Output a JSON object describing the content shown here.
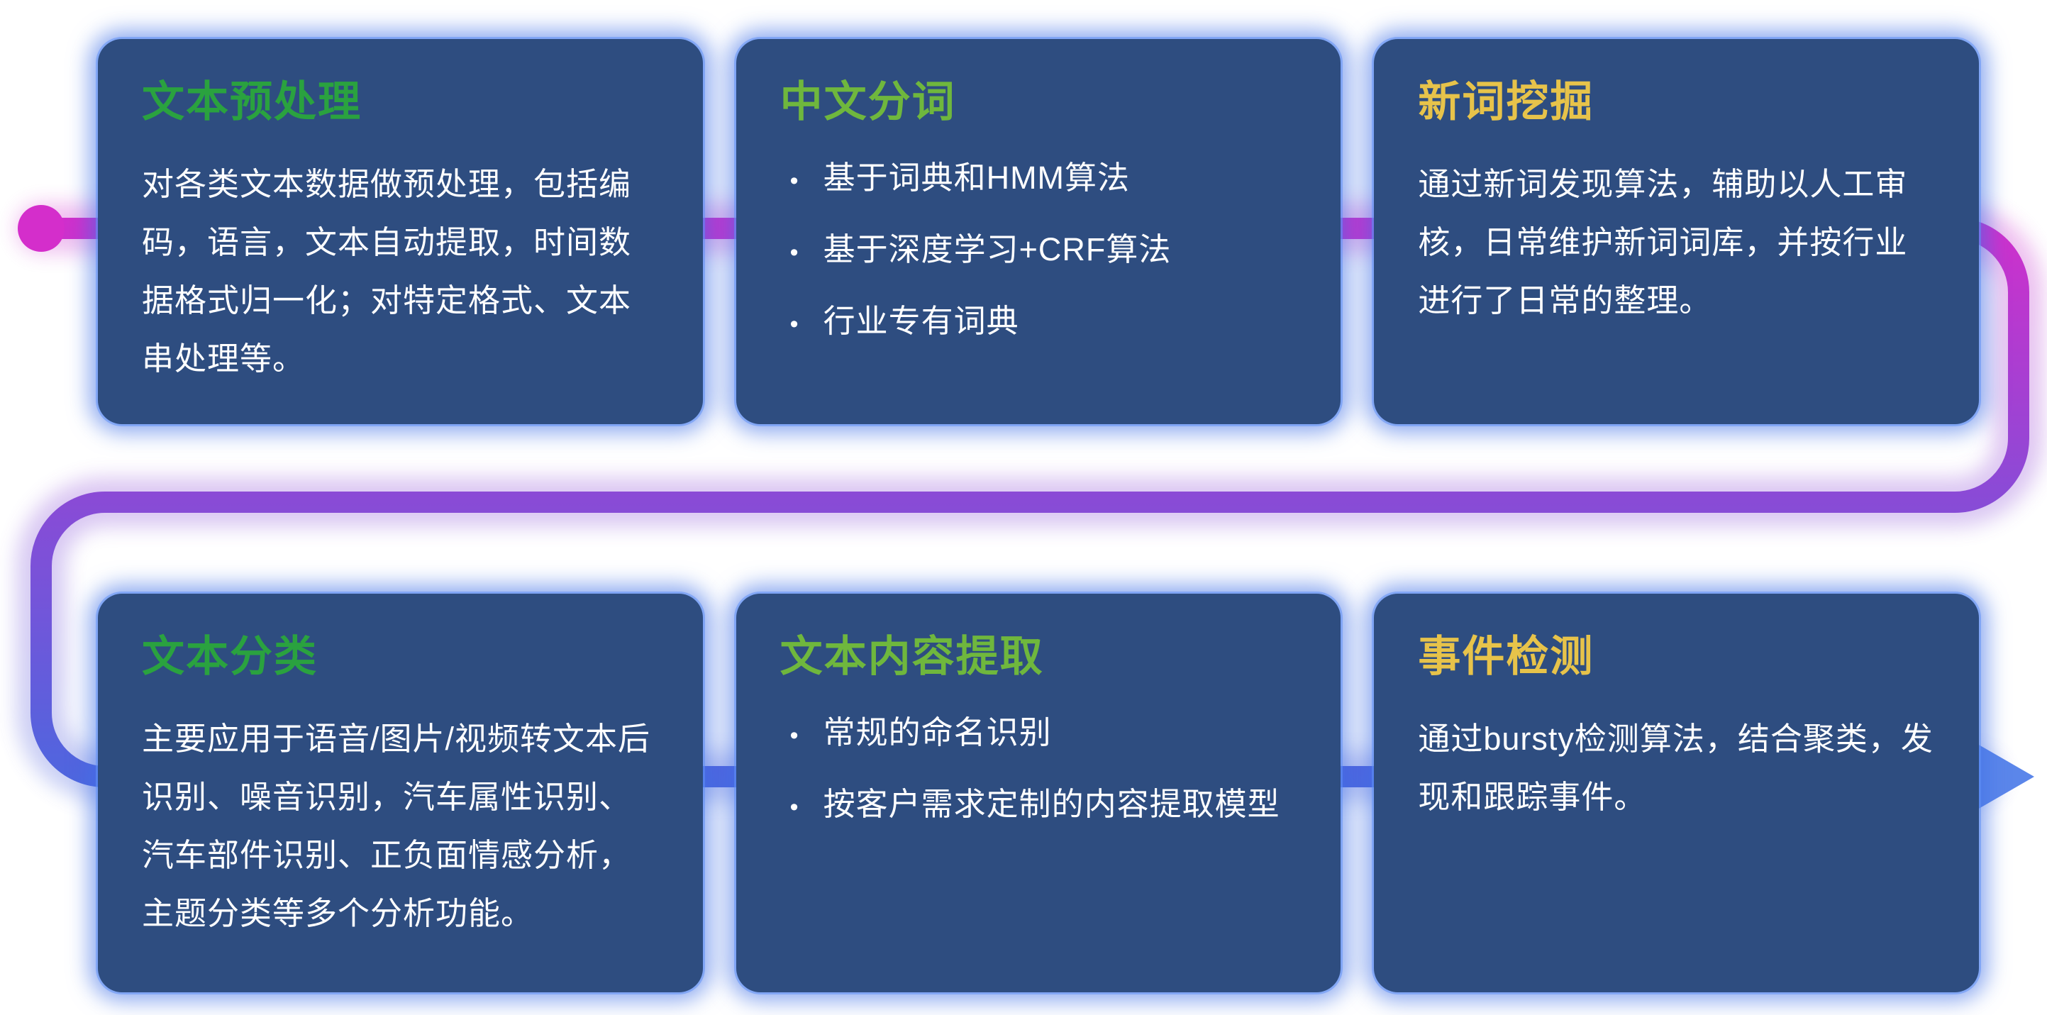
{
  "page": {
    "background": "#ffffff"
  },
  "ui": {
    "bullet": "•"
  },
  "flow": {
    "start_dot": {
      "color": "#d42ecb"
    },
    "gradient": {
      "start": "#d42ecb",
      "mid": "#8b4ad6",
      "end": "#4a68df"
    },
    "arrow": {
      "color": "#5b86ea"
    }
  },
  "colors": {
    "card_background": "#2e4d80",
    "card_glow": "#3d70e6",
    "body_text": "#ffffff",
    "title_green": "#2aa23f",
    "title_lime": "#6fb73d",
    "title_yellow": "#e7c34a"
  },
  "cards": [
    {
      "title": "文本预处理",
      "title_color": "#2aa23f",
      "body": "对各类文本数据做预处理，包括编码，语言，文本自动提取，时间数据格式归一化；对特定格式、文本串处理等。"
    },
    {
      "title": "中文分词",
      "title_color": "#6fb73d",
      "bullets": [
        "基于词典和HMM算法",
        "基于深度学习+CRF算法",
        "行业专有词典"
      ]
    },
    {
      "title": "新词挖掘",
      "title_color": "#e7c34a",
      "body": "通过新词发现算法，辅助以人工审核，日常维护新词词库，并按行业进行了日常的整理。"
    },
    {
      "title": "文本分类",
      "title_color": "#2aa23f",
      "body": "主要应用于语音/图片/视频转文本后识别、噪音识别，汽车属性识别、汽车部件识别、正负面情感分析，主题分类等多个分析功能。"
    },
    {
      "title": "文本内容提取",
      "title_color": "#6fb73d",
      "bullets": [
        "常规的命名识别",
        "按客户需求定制的内容提取模型"
      ]
    },
    {
      "title": "事件检测",
      "title_color": "#e7c34a",
      "body": "通过bursty检测算法，结合聚类，发现和跟踪事件。"
    }
  ]
}
